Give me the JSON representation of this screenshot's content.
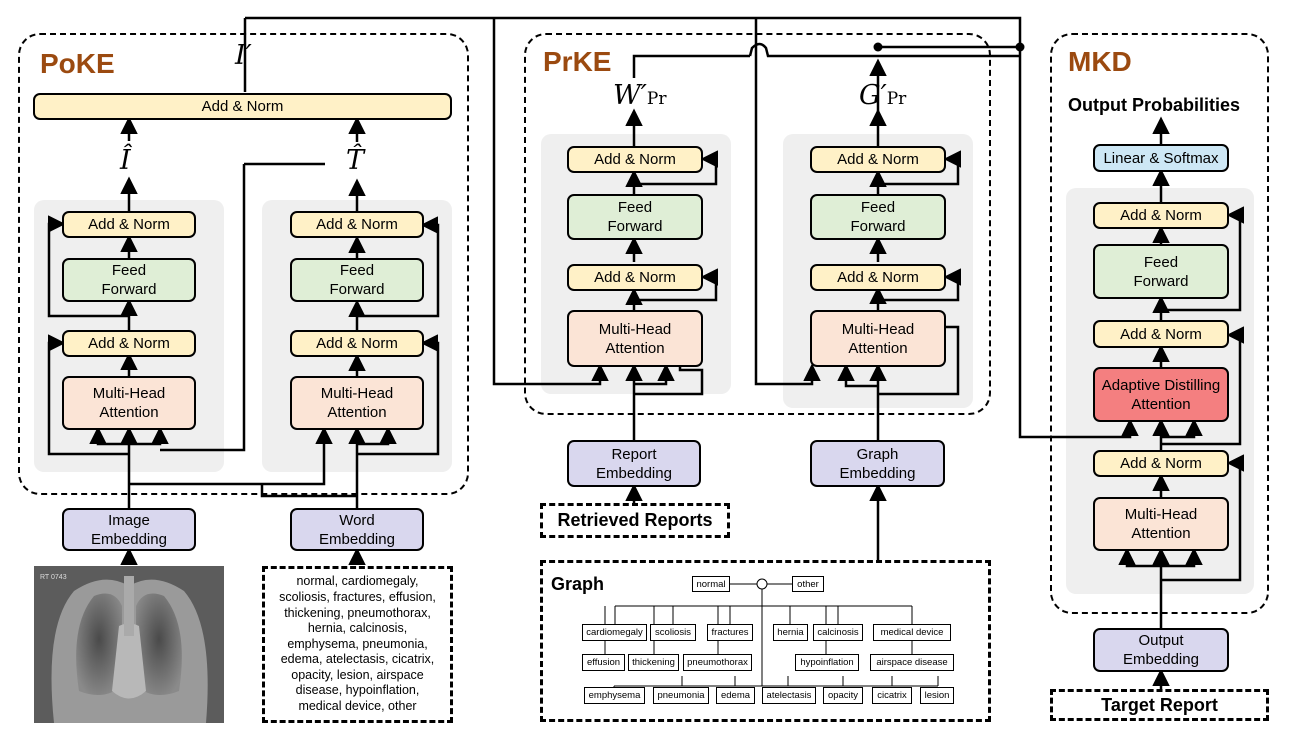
{
  "regions": {
    "poke_title": "PoKE",
    "prke_title": "PrKE",
    "mkd_title": "MKD"
  },
  "blocks": {
    "add_norm": "Add & Norm",
    "feed_forward": "Feed\nForward",
    "multi_head": "Multi-Head\nAttention",
    "linear_softmax": "Linear & Softmax",
    "adaptive_distilling": "Adaptive Distilling\nAttention"
  },
  "embeddings": {
    "image": "Image\nEmbedding",
    "word": "Word\nEmbedding",
    "report": "Report\nEmbedding",
    "graph": "Graph\nEmbedding",
    "output": "Output\nEmbedding"
  },
  "symbols": {
    "i_prime": "I′",
    "i_hat": "Î",
    "t_hat": "T̂",
    "w_pr_base": "W′",
    "g_pr_base": "G′",
    "pr_sub": "Pr"
  },
  "inputs": {
    "retrieved_reports": "Retrieved Reports",
    "target_report": "Target Report",
    "output_probabilities": "Output Probabilities",
    "xray_tag": "RT 0743",
    "disease_labels": "normal, cardiomegaly,\nscoliosis, fractures, effusion,\nthickening, pneumothorax,\nhernia, calcinosis,\nemphysema, pneumonia,\nedema, atelectasis, cicatrix,\nopacity, lesion, airspace\ndisease, hypoinflation,\nmedical device, other"
  },
  "graph": {
    "title": "Graph",
    "normal": "normal",
    "other": "other",
    "row1": [
      "cardiomegaly",
      "scoliosis",
      "fractures",
      "hernia",
      "calcinosis",
      "medical device"
    ],
    "row2": [
      "effusion",
      "thickening",
      "pneumothorax",
      "hypoinflation",
      "airspace disease"
    ],
    "row3": [
      "emphysema",
      "pneumonia",
      "edema",
      "atelectasis",
      "opacity",
      "cicatrix",
      "lesion"
    ]
  }
}
